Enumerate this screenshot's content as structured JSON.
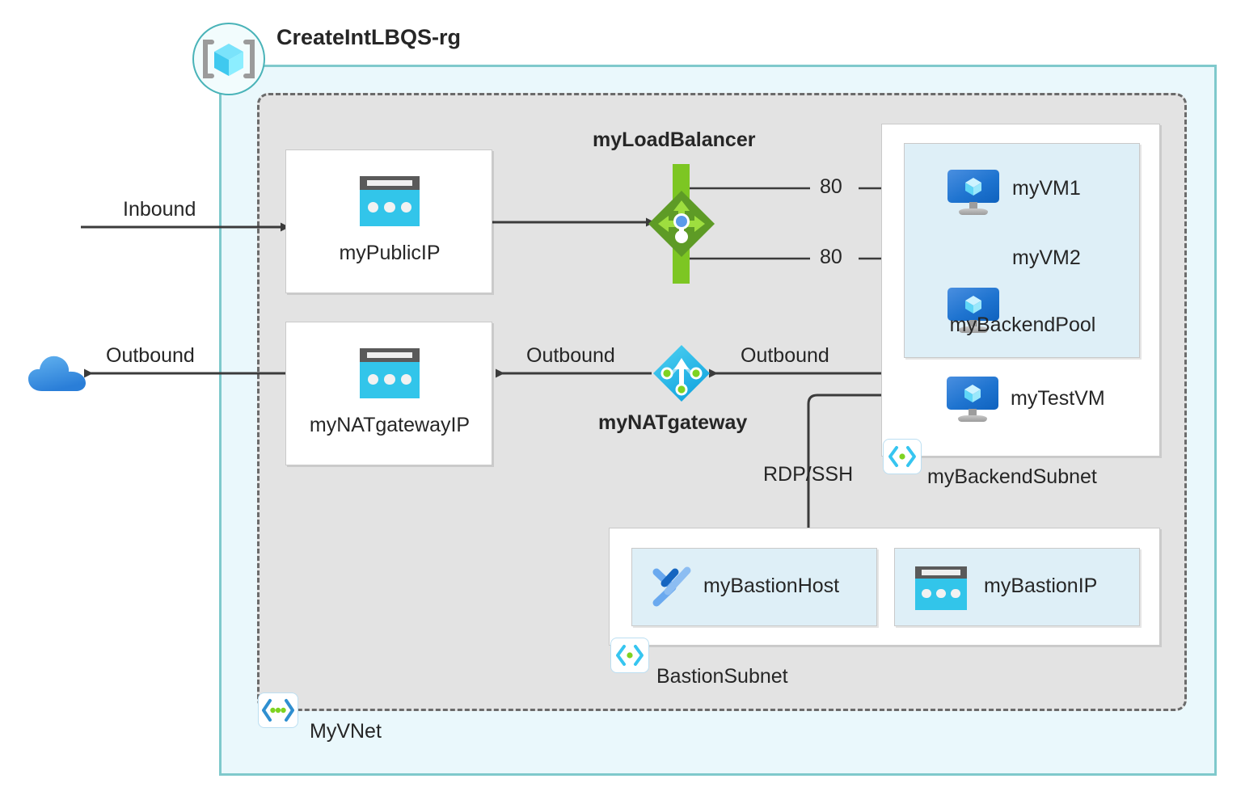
{
  "diagram": {
    "title": "CreateIntLBQS-rg",
    "resource_group_icon": "resource-group-cube-icon",
    "vnet": {
      "name": "MyVNet",
      "icon": "vnet-icon"
    },
    "internet_cloud_icon": "cloud-icon",
    "flows": {
      "inbound": "Inbound",
      "outbound_left": "Outbound",
      "outbound_mid": "Outbound",
      "outbound_right": "Outbound",
      "rdp_ssh": "RDP/SSH"
    },
    "public_ip": {
      "name": "myPublicIP",
      "icon": "public-ip-icon"
    },
    "nat_gateway_ip": {
      "name": "myNATgatewayIP",
      "icon": "public-ip-icon"
    },
    "load_balancer": {
      "name": "myLoadBalancer",
      "icon": "load-balancer-icon",
      "rules": [
        {
          "port": "80",
          "target": "myVM1"
        },
        {
          "port": "80",
          "target": "myVM2"
        }
      ]
    },
    "nat_gateway": {
      "name": "myNATgateway",
      "icon": "nat-gateway-icon"
    },
    "backend_subnet": {
      "name": "myBackendSubnet",
      "icon": "subnet-icon"
    },
    "backend_pool": {
      "name": "myBackendPool",
      "vms": [
        {
          "name": "myVM1",
          "icon": "virtual-machine-icon"
        },
        {
          "name": "myVM2",
          "icon": "virtual-machine-icon"
        }
      ]
    },
    "test_vm": {
      "name": "myTestVM",
      "icon": "virtual-machine-icon"
    },
    "bastion_subnet": {
      "name": "BastionSubnet",
      "icon": "subnet-icon",
      "resources": [
        {
          "name": "myBastionHost",
          "icon": "bastion-host-icon"
        },
        {
          "name": "myBastionIP",
          "icon": "public-ip-icon"
        }
      ]
    },
    "colors": {
      "resource_group_fill": "#eaf8fc",
      "resource_group_border": "#7fc9cc",
      "vnet_fill": "#e3e3e3",
      "vnet_border": "#6b6b6b",
      "card_blue": "#deeff7",
      "accent_cyan": "#32c5ea",
      "accent_green": "#7dc623",
      "accent_blue": "#1f74d0",
      "line": "#3b3b3b"
    }
  }
}
